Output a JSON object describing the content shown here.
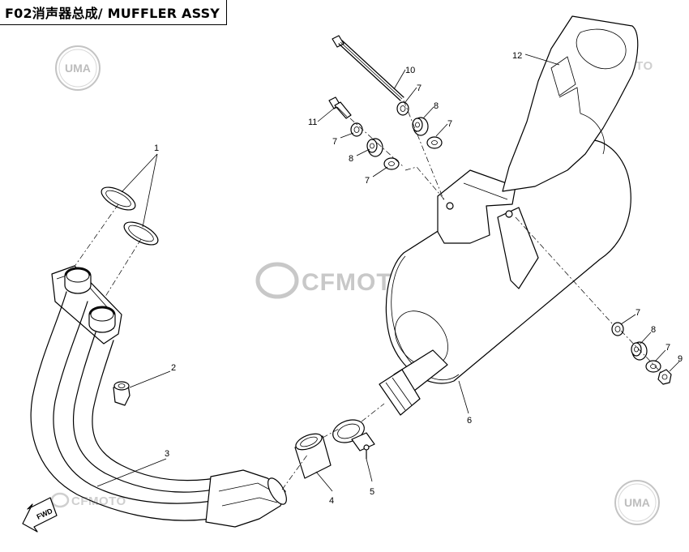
{
  "title": "F02消声器总成/ MUFFLER ASSY",
  "callouts": {
    "c1": "1",
    "c2": "2",
    "c3": "3",
    "c4": "4",
    "c5": "5",
    "c6": "6",
    "c7a": "7",
    "c7b": "7",
    "c7c": "7",
    "c7d": "7",
    "c7e": "7",
    "c7f": "7",
    "c8a": "8",
    "c8b": "8",
    "c8c": "8",
    "c9": "9",
    "c10": "10",
    "c11": "11",
    "c12": "12"
  },
  "watermarks": {
    "brand": "CFMOTO",
    "uma": "UMA",
    "fwd": "FWD"
  }
}
